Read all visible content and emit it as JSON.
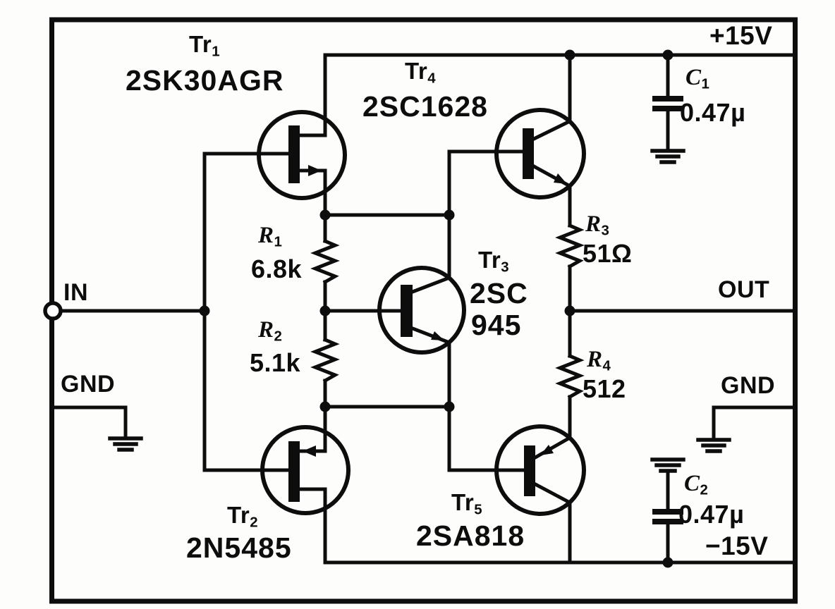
{
  "schematic": {
    "power": {
      "positive_rail": "+15V",
      "negative_rail": "−15V"
    },
    "ports": {
      "input": "IN",
      "output": "OUT",
      "ground_left": "GND",
      "ground_right": "GND"
    },
    "transistors": [
      {
        "ref": "Tr",
        "sub": "1",
        "part": "2SK30AGR",
        "type": "jfet"
      },
      {
        "ref": "Tr",
        "sub": "2",
        "part": "2N5485",
        "type": "jfet"
      },
      {
        "ref": "Tr",
        "sub": "3",
        "part": "2SC",
        "part_line2": "945",
        "type": "npn"
      },
      {
        "ref": "Tr",
        "sub": "4",
        "part": "2SC1628",
        "type": "npn"
      },
      {
        "ref": "Tr",
        "sub": "5",
        "part": "2SA818",
        "type": "pnp"
      }
    ],
    "resistors": [
      {
        "ref": "R",
        "sub": "1",
        "value": "6.8k"
      },
      {
        "ref": "R",
        "sub": "2",
        "value": "5.1k"
      },
      {
        "ref": "R",
        "sub": "3",
        "value": "51Ω"
      },
      {
        "ref": "R",
        "sub": "4",
        "value": "512"
      }
    ],
    "capacitors": [
      {
        "ref": "C",
        "sub": "1",
        "value": "0.47µ"
      },
      {
        "ref": "C",
        "sub": "2",
        "value": "0.47µ"
      }
    ],
    "colors": {
      "ink": "#0d0d0d",
      "paper": "#fdfdfc"
    }
  }
}
